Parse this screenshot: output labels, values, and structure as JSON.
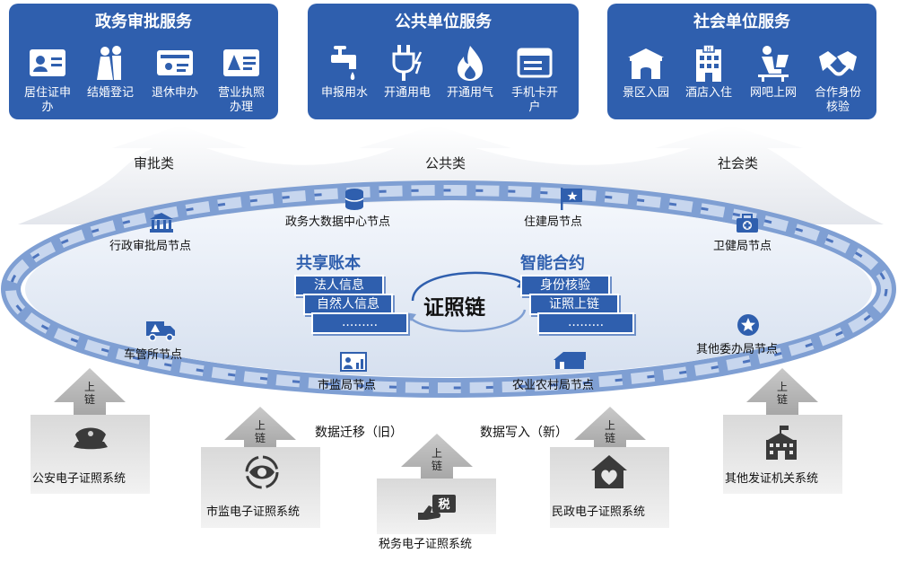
{
  "panels": [
    {
      "title": "政务审批服务",
      "items": [
        {
          "icon": "id-card-icon",
          "label": "居住证申办"
        },
        {
          "icon": "wedding-icon",
          "label": "结婚登记"
        },
        {
          "icon": "retire-card-icon",
          "label": "退休申办"
        },
        {
          "icon": "business-license-icon",
          "label": "营业执照办理"
        }
      ]
    },
    {
      "title": "公共单位服务",
      "items": [
        {
          "icon": "faucet-icon",
          "label": "申报用水"
        },
        {
          "icon": "plug-icon",
          "label": "开通用电"
        },
        {
          "icon": "flame-icon",
          "label": "开通用气"
        },
        {
          "icon": "sim-card-icon",
          "label": "手机卡开户"
        }
      ]
    },
    {
      "title": "社会单位服务",
      "items": [
        {
          "icon": "gate-icon",
          "label": "景区入园"
        },
        {
          "icon": "hotel-icon",
          "label": "酒店入住"
        },
        {
          "icon": "internet-cafe-icon",
          "label": "网吧上网"
        },
        {
          "icon": "handshake-icon",
          "label": "合作身份核验"
        }
      ]
    }
  ],
  "categories": [
    "审批类",
    "公共类",
    "社会类"
  ],
  "center": {
    "title": "证照链",
    "shared_ledger": {
      "title": "共享账本",
      "items": [
        "法人信息",
        "自然人信息",
        "........."
      ]
    },
    "smart_contract": {
      "title": "智能合约",
      "items": [
        "身份核验",
        "证照上链",
        "........."
      ]
    }
  },
  "nodes": {
    "admin": "行政审批局节点",
    "bigdata": "政务大数据中心节点",
    "housing": "住建局节点",
    "health": "卫健局节点",
    "vehicle": "车管所节点",
    "market": "市监局节点",
    "agri": "农业农村局节点",
    "other": "其他委办局节点"
  },
  "migration": {
    "old": "数据迁移（旧）",
    "new": "数据写入（新）"
  },
  "upload_word": "上链",
  "systems": [
    {
      "label": "公安电子证照系统",
      "icon": "police-cap-icon"
    },
    {
      "label": "市监电子证照系统",
      "icon": "eye-icon"
    },
    {
      "label": "税务电子证照系统",
      "icon": "tax-icon",
      "badge": "税"
    },
    {
      "label": "民政电子证照系统",
      "icon": "home-heart-icon"
    },
    {
      "label": "其他发证机关系统",
      "icon": "office-building-icon"
    }
  ]
}
